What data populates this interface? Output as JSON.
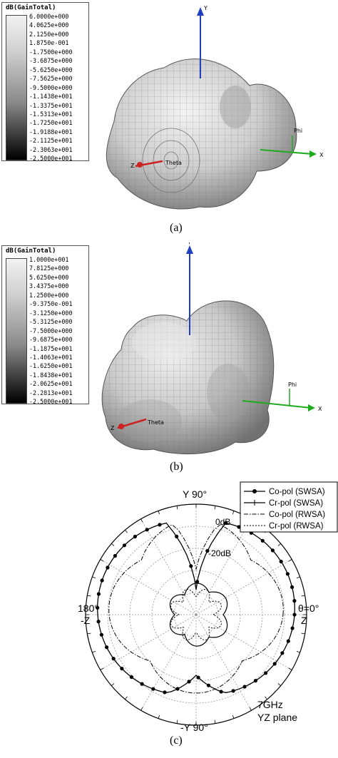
{
  "panel_a": {
    "legend_title": "dB(GainTotal)",
    "legend_values": [
      "6.0000e+000",
      "4.0625e+000",
      "2.1250e+000",
      "1.8750e-001",
      "-1.7500e+000",
      "-3.6875e+000",
      "-5.6250e+000",
      "-7.5625e+000",
      "-9.5000e+000",
      "-1.1438e+001",
      "-1.3375e+001",
      "-1.5313e+001",
      "-1.7250e+001",
      "-1.9188e+001",
      "-2.1125e+001",
      "-2.3063e+001",
      "-2.5000e+001"
    ],
    "axis_y": "Y",
    "axis_x": "X",
    "axis_z": "Z",
    "label_phi": "Phi",
    "label_theta": "Theta",
    "caption": "(a)"
  },
  "panel_b": {
    "legend_title": "dB(GainTotal)",
    "legend_values": [
      "1.0000e+001",
      "7.8125e+000",
      "5.6250e+000",
      "3.4375e+000",
      "1.2500e+000",
      "-9.3750e-001",
      "-3.1250e+000",
      "-5.3125e+000",
      "-7.5000e+000",
      "-9.6875e+000",
      "-1.1875e+001",
      "-1.4063e+001",
      "-1.6250e+001",
      "-1.8438e+001",
      "-2.0625e+001",
      "-2.2813e+001",
      "-2.5000e+001"
    ],
    "axis_y": "Y",
    "axis_x": "X",
    "axis_z": "Z",
    "label_phi": "Phi",
    "label_theta": "Theta",
    "caption": "(b)"
  },
  "panel_c": {
    "legend": [
      "Co-pol (SWSA)",
      "Cr-pol (SWSA)",
      "Co-pol (RWSA)",
      "Cr-pol (RWSA)"
    ],
    "top_label": "Y 90°",
    "bottom_label": "-Y 90°",
    "left_label_1": "180°",
    "left_label_2": "-Z",
    "right_label_1": "θ=0°",
    "right_label_2": "Z",
    "ring_0": "0dB",
    "ring_20": "-20dB",
    "freq": "7GHz",
    "plane": "YZ plane",
    "caption": "(c)"
  }
}
